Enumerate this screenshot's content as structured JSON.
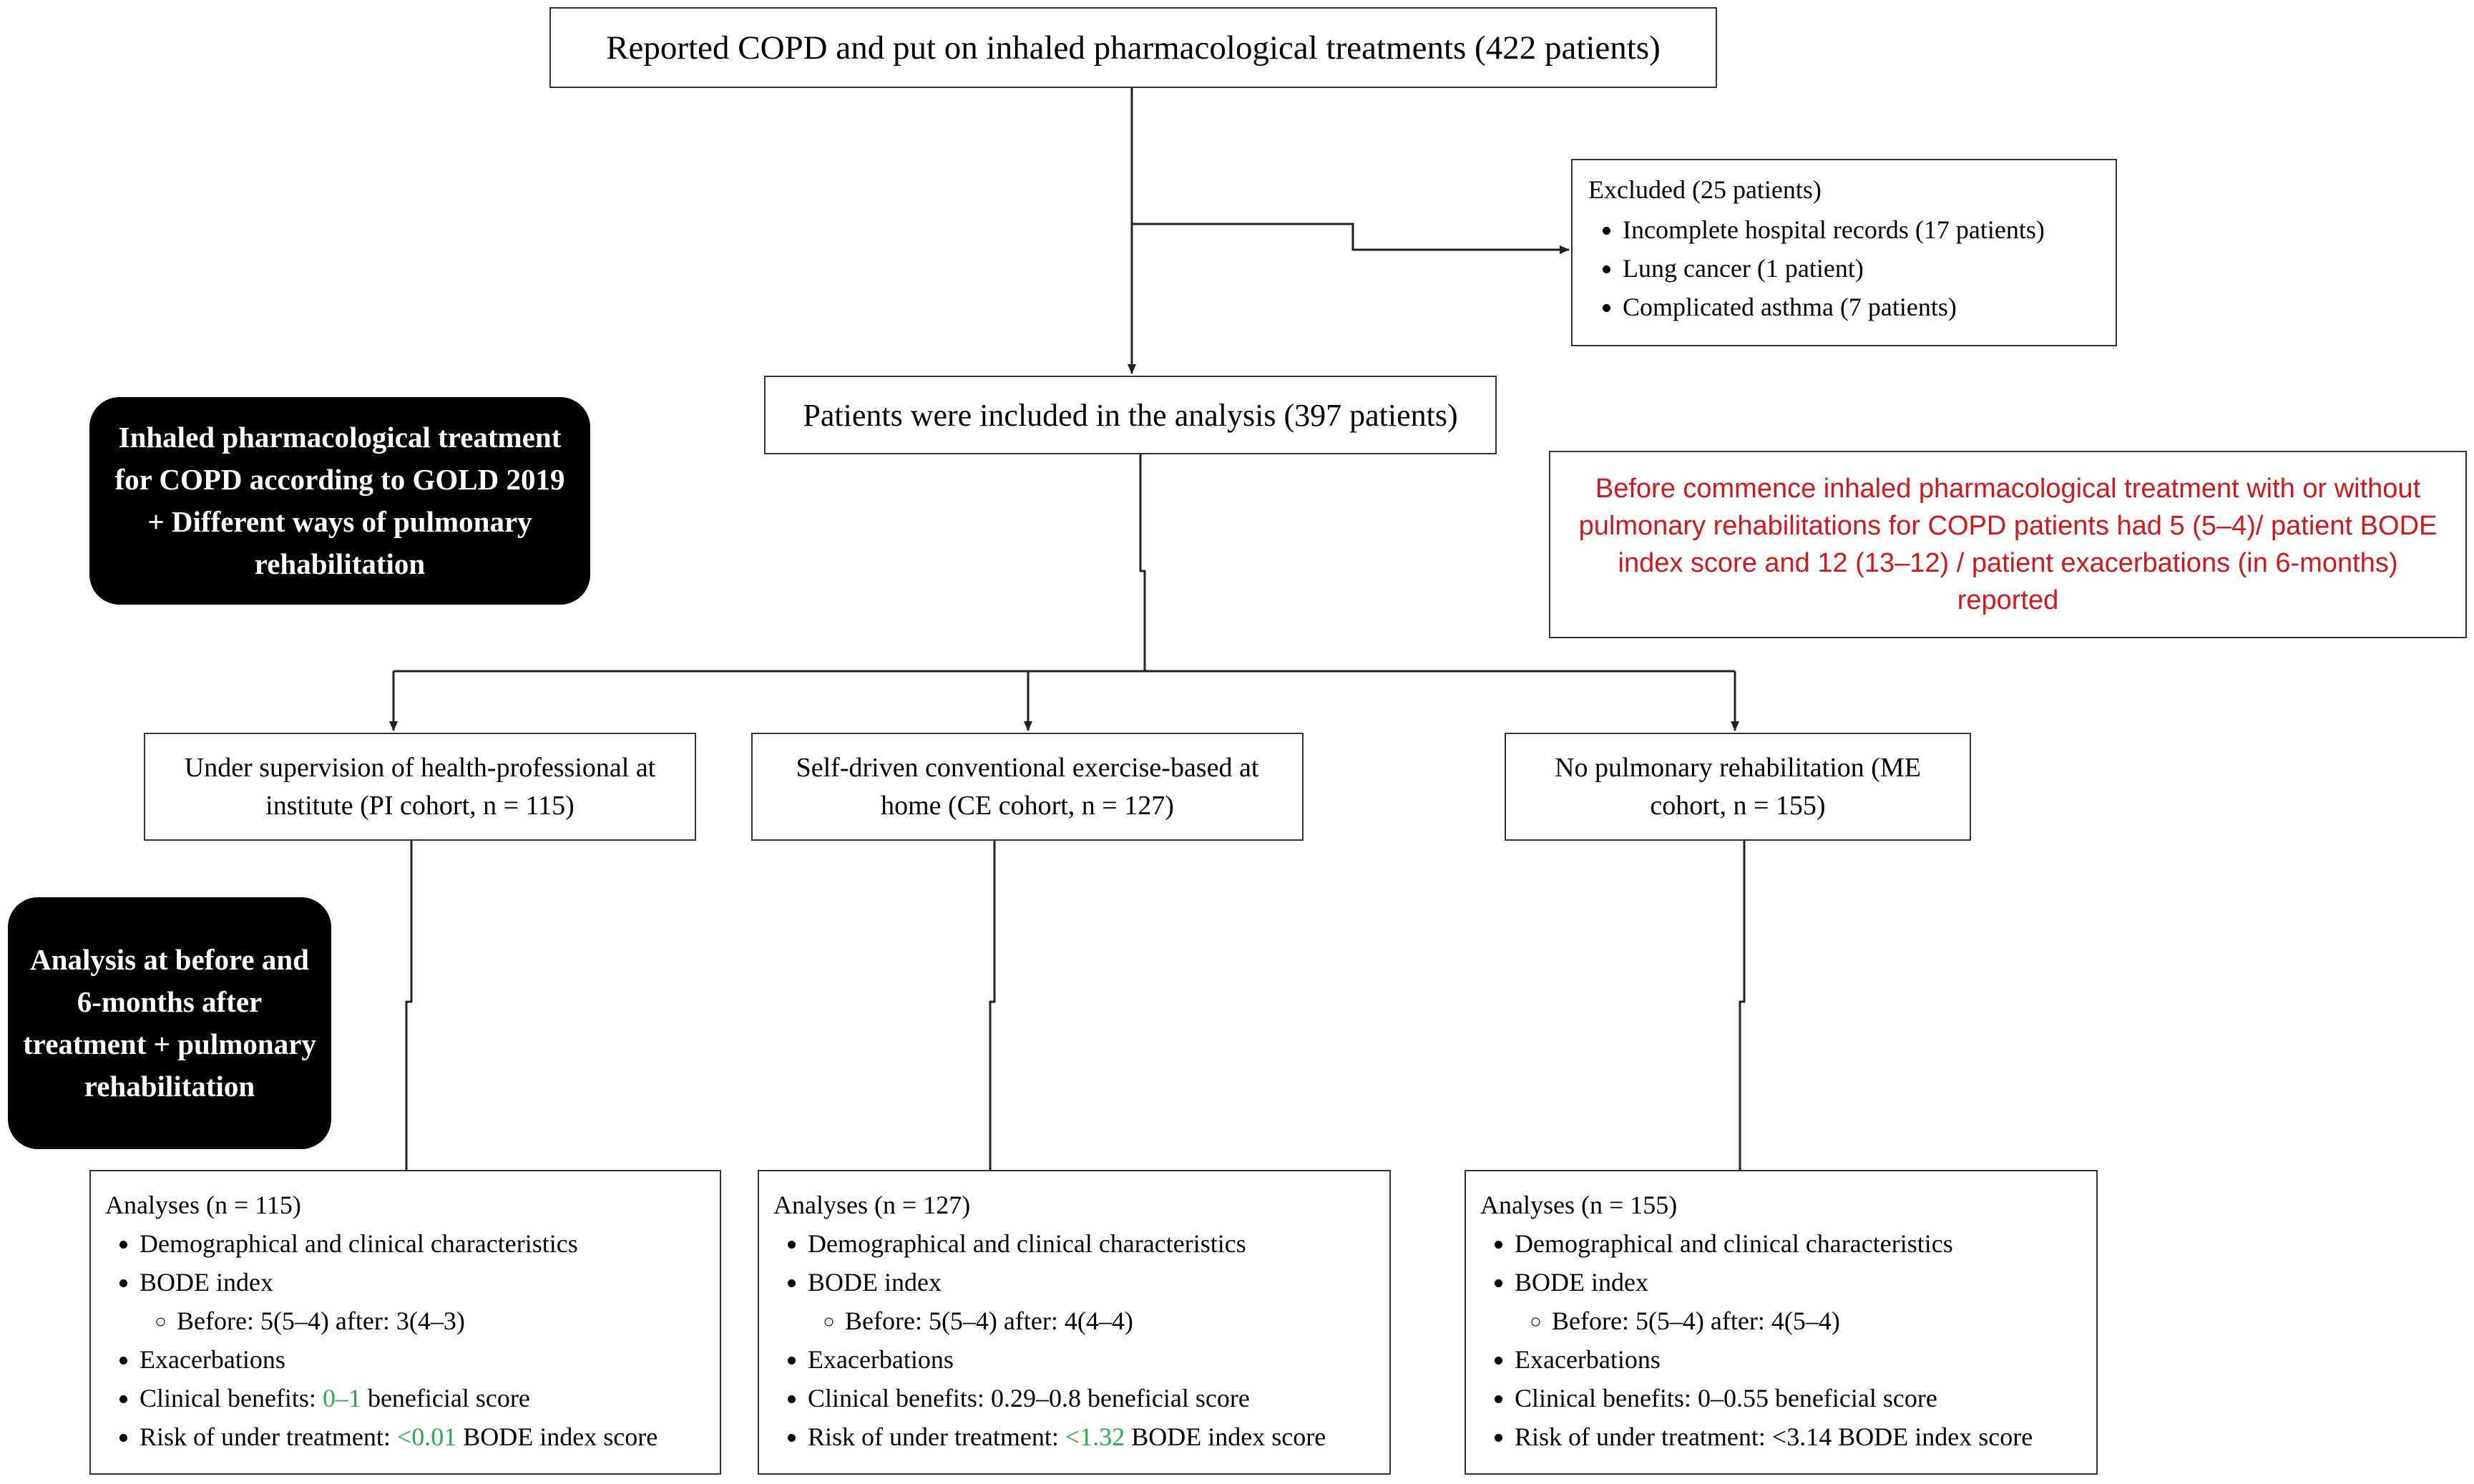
{
  "top_box": "Reported COPD and put on inhaled pharmacological treatments (422 patients)",
  "excluded": {
    "title": "Excluded (25 patients)",
    "items": [
      "Incomplete hospital records (17 patients)",
      "Lung cancer (1 patient)",
      "Complicated asthma (7 patients)"
    ]
  },
  "included_box": "Patients were included in the analysis (397 patients)",
  "red_note": "Before commence inhaled pharmacological treatment with or without pulmonary rehabilitations for COPD patients had 5 (5–4)/ patient BODE index score and 12 (13–12) / patient exacerbations (in 6-months) reported",
  "labels": {
    "treatment": "Inhaled pharmacological treatment for COPD according to GOLD 2019 + Different ways of pulmonary rehabilitation",
    "analysis_timing": "Analysis at before and 6-months after treatment + pulmonary rehabilitation"
  },
  "cohorts": [
    "Under supervision of health-professional at institute (PI cohort, n = 115)",
    "Self-driven conventional exercise-based at home (CE cohort, n = 127)",
    "No pulmonary rehabilitation (ME cohort, n = 155)"
  ],
  "analyses": [
    {
      "title": "Analyses (n = 115)",
      "demographics": "Demographical and clinical characteristics",
      "bode": "BODE index",
      "bode_values": "Before: 5(5–4) after: 3(4–3)",
      "exacerbations": "Exacerbations",
      "benefit_prefix": "Clinical benefits: ",
      "benefit_value": "0–1",
      "benefit_suffix": " beneficial score",
      "risk_prefix": "Risk of under treatment: ",
      "risk_value": "<0.01",
      "risk_suffix": " BODE index score"
    },
    {
      "title": "Analyses (n = 127)",
      "demographics": "Demographical and clinical characteristics",
      "bode": "BODE index",
      "bode_values": "Before: 5(5–4) after: 4(4–4)",
      "exacerbations": "Exacerbations",
      "benefit_prefix": "Clinical benefits: ",
      "benefit_value": "0.29–0.8",
      "benefit_suffix": " beneficial score",
      "risk_prefix": "Risk of under treatment: ",
      "risk_value": "<1.32",
      "risk_suffix": " BODE index score"
    },
    {
      "title": "Analyses (n = 155)",
      "demographics": "Demographical and clinical characteristics",
      "bode": "BODE index",
      "bode_values": "Before: 5(5–4) after: 4(5–4)",
      "exacerbations": "Exacerbations",
      "benefit_prefix": "Clinical benefits: ",
      "benefit_value": "0–0.55",
      "benefit_suffix": " beneficial score",
      "risk_prefix": "Risk of under treatment: ",
      "risk_value": "<3.14",
      "risk_suffix": " BODE index score"
    }
  ],
  "colors": {
    "highlight_green": "#2eaa4a",
    "note_red": "#d0191c"
  }
}
